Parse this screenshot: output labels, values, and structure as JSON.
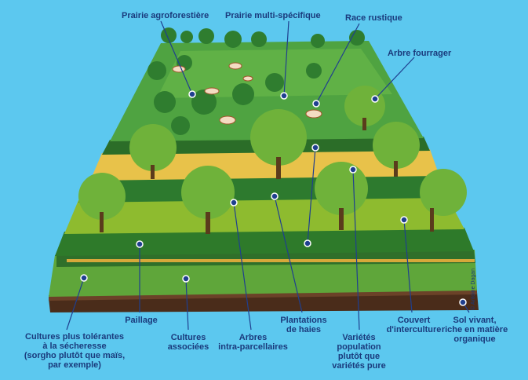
{
  "labels_top": [
    {
      "id": "prairie-agroforestiere",
      "text": "Prairie agroforestière"
    },
    {
      "id": "prairie-multi-specifique",
      "text": "Prairie multi-spécifique"
    },
    {
      "id": "race-rustique",
      "text": "Race rustique"
    },
    {
      "id": "arbre-fourrager",
      "text": "Arbre fourrager"
    }
  ],
  "labels_bottom": [
    {
      "id": "cultures-tolerantes",
      "text": "Cultures plus tolérantes\nà la sécheresse\n(sorgho plutôt que maïs,\npar exemple)"
    },
    {
      "id": "paillage",
      "text": "Paillage"
    },
    {
      "id": "cultures-associees",
      "text": "Cultures\nassociées"
    },
    {
      "id": "arbres-intra-parcellaires",
      "text": "Arbres\nintra-parcellaires"
    },
    {
      "id": "plantations-de-haies",
      "text": "Plantations\nde haies"
    },
    {
      "id": "varietes-population",
      "text": "Variétés\npopulation\nplutôt que\nvariétés pure"
    },
    {
      "id": "couvert-interculture",
      "text": "Couvert\nd'interculture"
    },
    {
      "id": "sol-vivant",
      "text": "Sol vivant,\nriche en matière\norganique"
    }
  ],
  "credit": "© Antoine Dagan",
  "colors": {
    "sky": "#5cc8ef",
    "label": "#1a3a7c",
    "marker": "#1f3f8f",
    "soil": "#4a2c1a"
  }
}
